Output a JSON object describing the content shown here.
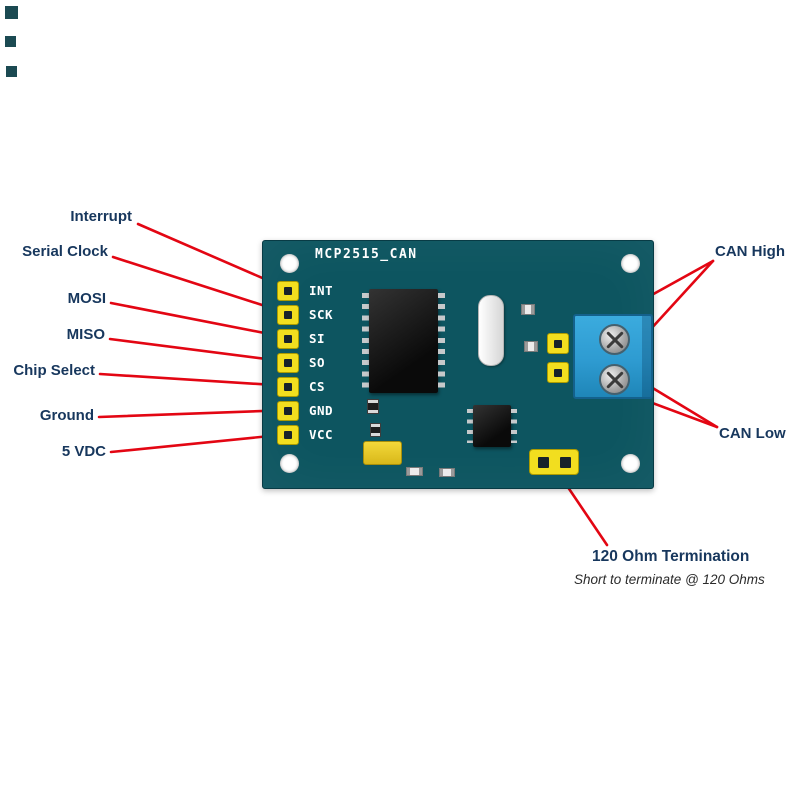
{
  "colors": {
    "board": "#0D5560",
    "board_edge": "#083B45",
    "silkscreen": "#FFFFFF",
    "pad_yellow": "#F2DE1F",
    "pad_border": "#AD9B00",
    "terminal_blue": "#2E9BD1",
    "terminal_border": "#14618C",
    "line_red": "#E30613",
    "label_navy": "#17375D",
    "subtitle_dark": "#2B2B2B"
  },
  "board": {
    "title": "MCP2515_CAN",
    "pins": [
      {
        "label": "INT"
      },
      {
        "label": "SCK"
      },
      {
        "label": "SI"
      },
      {
        "label": "SO"
      },
      {
        "label": "CS"
      },
      {
        "label": "GND"
      },
      {
        "label": "VCC"
      }
    ]
  },
  "callouts": {
    "left": [
      {
        "label": "Interrupt"
      },
      {
        "label": "Serial Clock"
      },
      {
        "label": "MOSI"
      },
      {
        "label": "MISO"
      },
      {
        "label": "Chip Select"
      },
      {
        "label": "Ground"
      },
      {
        "label": "5 VDC"
      }
    ],
    "right": [
      {
        "label": "CAN High"
      },
      {
        "label": "CAN Low"
      }
    ],
    "bottom": {
      "title": "120 Ohm Termination",
      "subtitle": "Short to terminate @ 120 Ohms"
    }
  }
}
